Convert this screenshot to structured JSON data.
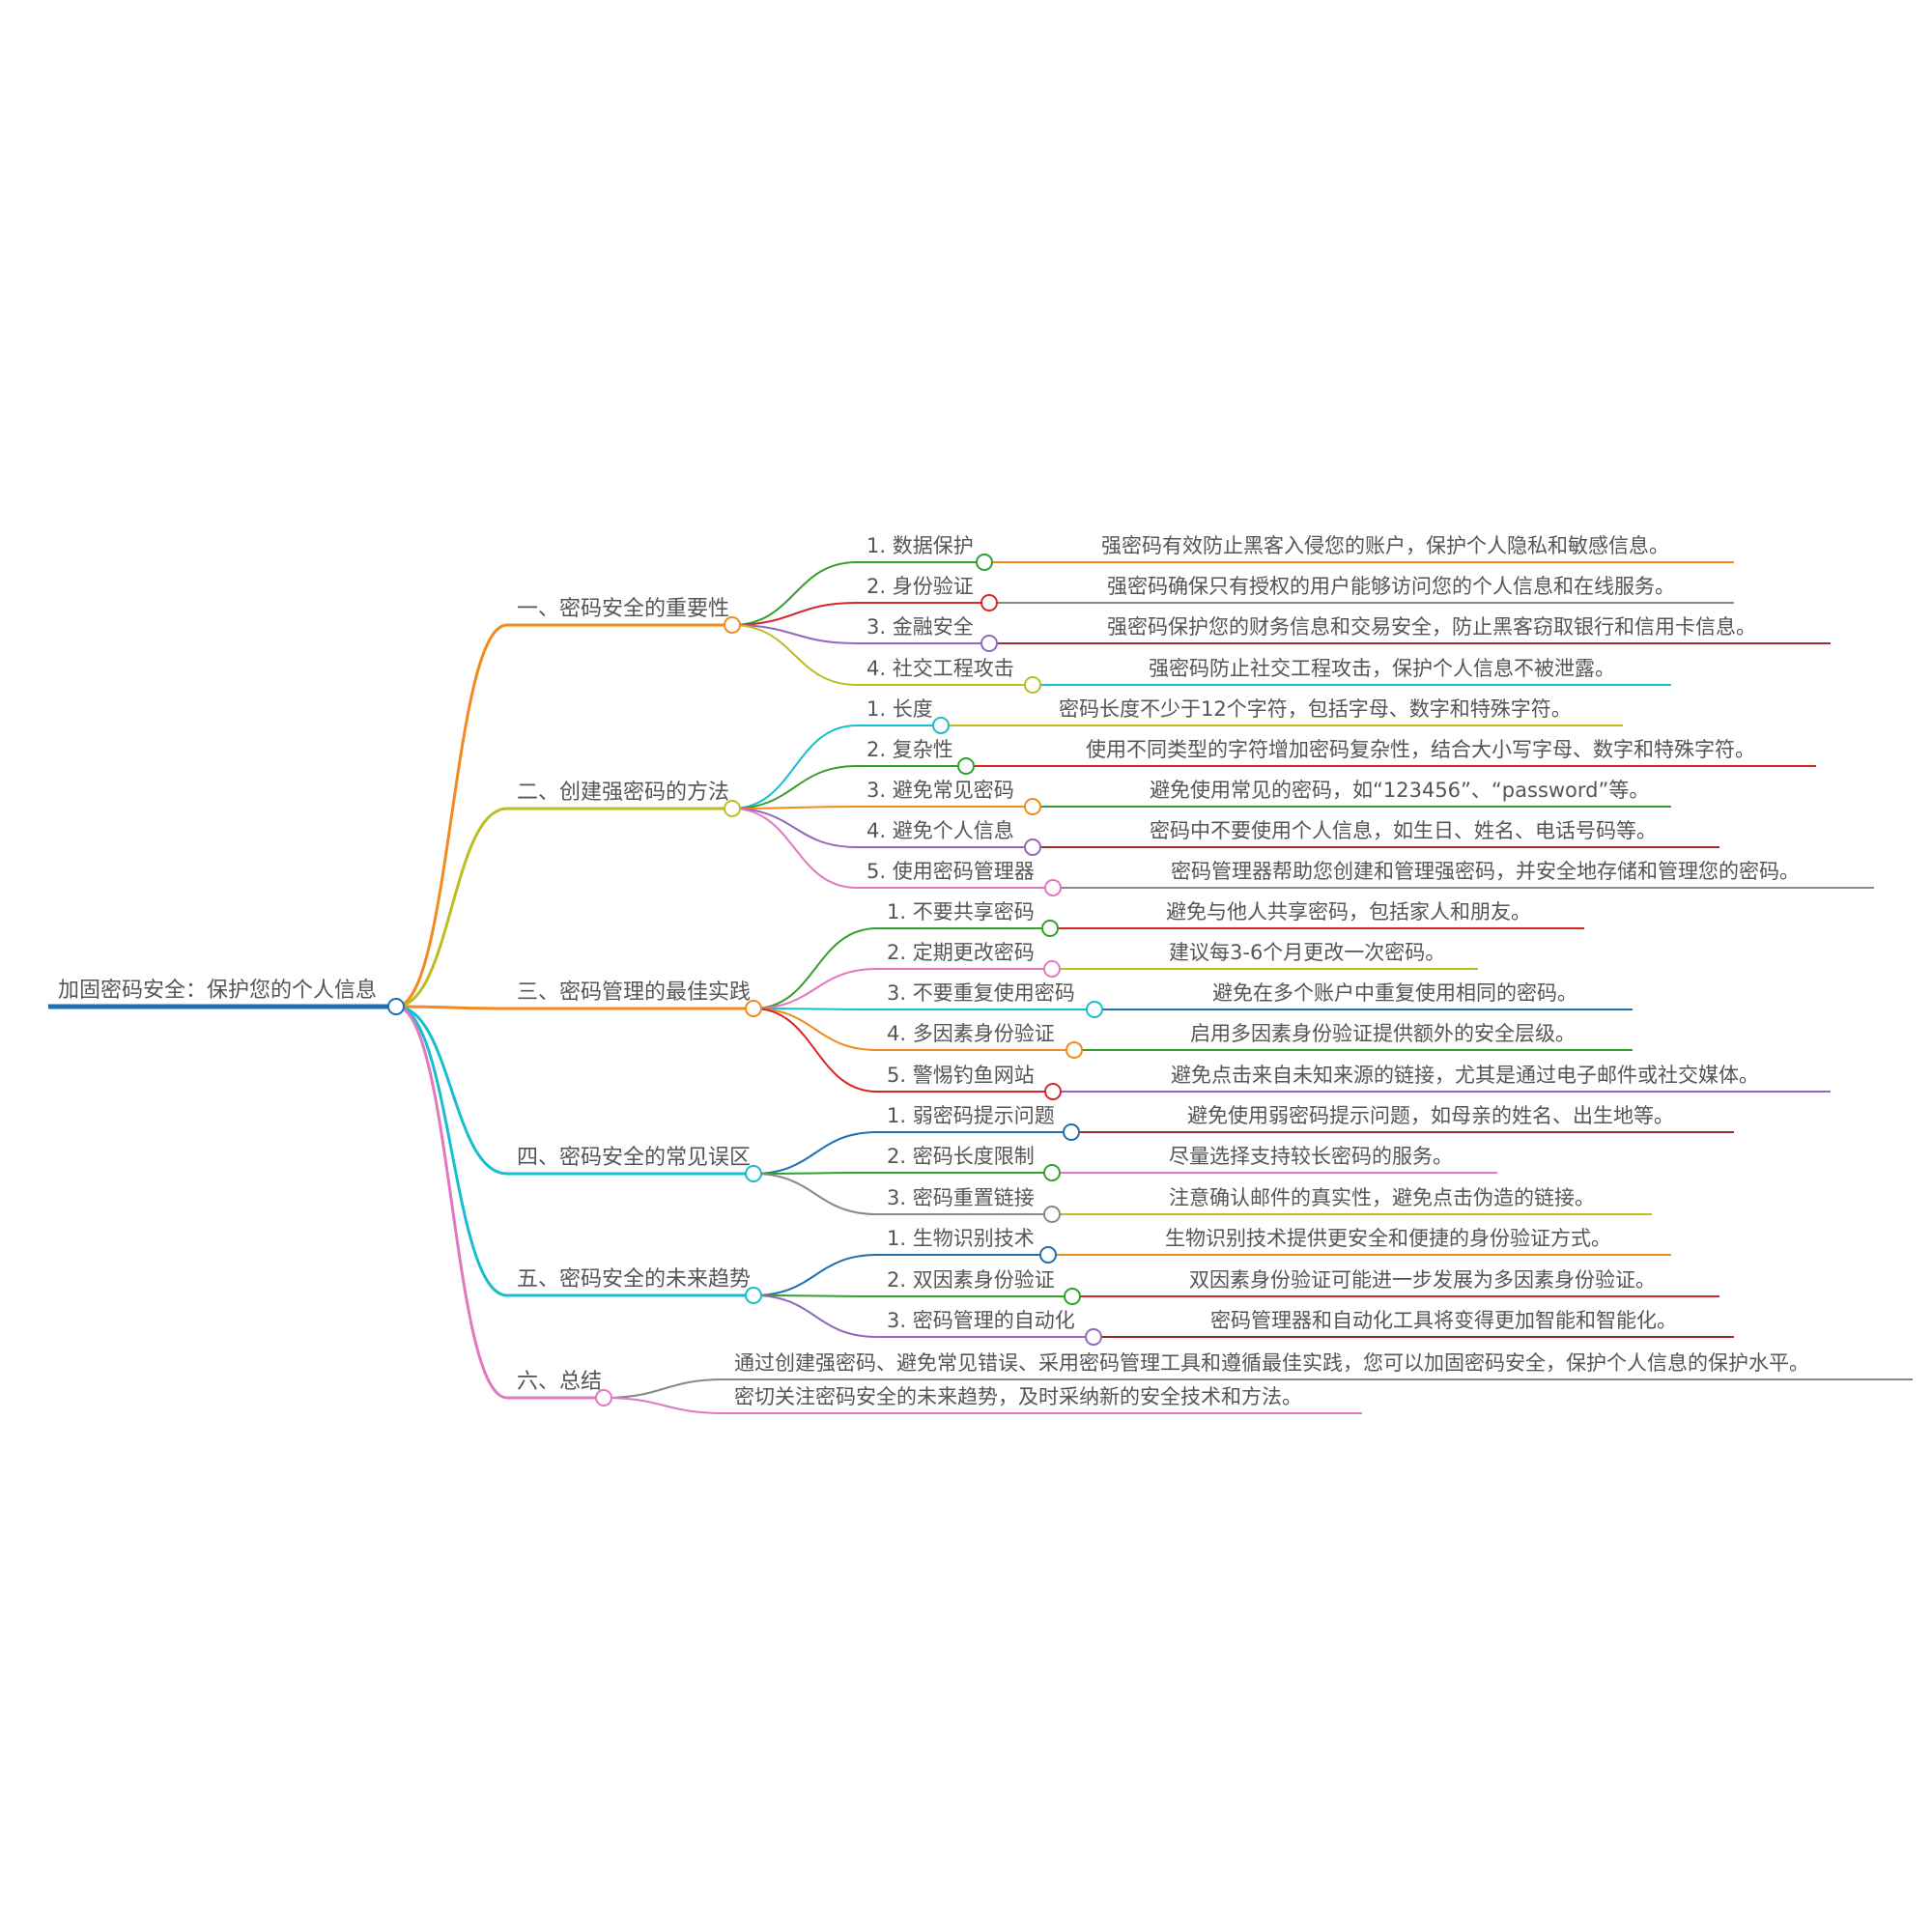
{
  "root": {
    "label": "加固密码安全：保护您的个人信息",
    "color": "#1f6fb2"
  },
  "branches": [
    {
      "label": "一、密码安全的重要性",
      "color": "#f28a1e",
      "children": [
        {
          "label": "1. 数据保护",
          "color": "#33a02c",
          "detail": "强密码有效防止黑客入侵您的账户，保护个人隐私和敏感信息。",
          "detail_color": "#f28a1e"
        },
        {
          "label": "2. 身份验证",
          "color": "#d62728",
          "detail": "强密码确保只有授权的用户能够访问您的个人信息和在线服务。",
          "detail_color": "#888888"
        },
        {
          "label": "3. 金融安全",
          "color": "#9467bd",
          "detail": "强密码保护您的财务信息和交易安全，防止黑客窃取银行和信用卡信息。",
          "detail_color": "#9b2d2d"
        },
        {
          "label": "4. 社交工程攻击",
          "color": "#bcbd22",
          "detail": "强密码防止社交工程攻击，保护个人信息不被泄露。",
          "detail_color": "#17becf"
        }
      ]
    },
    {
      "label": "二、创建强密码的方法",
      "color": "#bcbd22",
      "children": [
        {
          "label": "1. 长度",
          "color": "#17becf",
          "detail": "密码长度不少于12个字符，包括字母、数字和特殊字符。",
          "detail_color": "#bcbd22"
        },
        {
          "label": "2. 复杂性",
          "color": "#33a02c",
          "detail": "使用不同类型的字符增加密码复杂性，结合大小写字母、数字和特殊字符。",
          "detail_color": "#d62728"
        },
        {
          "label": "3. 避免常见密码",
          "color": "#f28a1e",
          "detail": "避免使用常见的密码，如“123456”、“password”等。",
          "detail_color": "#33a02c"
        },
        {
          "label": "4. 避免个人信息",
          "color": "#9467bd",
          "detail": "密码中不要使用个人信息，如生日、姓名、电话号码等。",
          "detail_color": "#9b2d2d"
        },
        {
          "label": "5. 使用密码管理器",
          "color": "#e377c2",
          "detail": "密码管理器帮助您创建和管理强密码，并安全地存储和管理您的密码。",
          "detail_color": "#888888"
        }
      ]
    },
    {
      "label": "三、密码管理的最佳实践",
      "color": "#f28a1e",
      "children": [
        {
          "label": "1. 不要共享密码",
          "color": "#33a02c",
          "detail": "避免与他人共享密码，包括家人和朋友。",
          "detail_color": "#d62728"
        },
        {
          "label": "2. 定期更改密码",
          "color": "#e377c2",
          "detail": "建议每3-6个月更改一次密码。",
          "detail_color": "#bcbd22"
        },
        {
          "label": "3. 不要重复使用密码",
          "color": "#17becf",
          "detail": "避免在多个账户中重复使用相同的密码。",
          "detail_color": "#1f6fb2"
        },
        {
          "label": "4. 多因素身份验证",
          "color": "#f28a1e",
          "detail": "启用多因素身份验证提供额外的安全层级。",
          "detail_color": "#33a02c"
        },
        {
          "label": "5. 警惕钓鱼网站",
          "color": "#d62728",
          "detail": "避免点击来自未知来源的链接，尤其是通过电子邮件或社交媒体。",
          "detail_color": "#9467bd"
        }
      ]
    },
    {
      "label": "四、密码安全的常见误区",
      "color": "#17becf",
      "children": [
        {
          "label": "1. 弱密码提示问题",
          "color": "#1f6fb2",
          "detail": "避免使用弱密码提示问题，如母亲的姓名、出生地等。",
          "detail_color": "#9b2d2d"
        },
        {
          "label": "2. 密码长度限制",
          "color": "#33a02c",
          "detail": "尽量选择支持较长密码的服务。",
          "detail_color": "#e377c2"
        },
        {
          "label": "3. 密码重置链接",
          "color": "#888888",
          "detail": "注意确认邮件的真实性，避免点击伪造的链接。",
          "detail_color": "#bcbd22"
        }
      ]
    },
    {
      "label": "五、密码安全的未来趋势",
      "color": "#17becf",
      "children": [
        {
          "label": "1. 生物识别技术",
          "color": "#1f6fb2",
          "detail": "生物识别技术提供更安全和便捷的身份验证方式。",
          "detail_color": "#f28a1e"
        },
        {
          "label": "2. 双因素身份验证",
          "color": "#33a02c",
          "detail": "双因素身份验证可能进一步发展为多因素身份验证。",
          "detail_color": "#d62728"
        },
        {
          "label": "3. 密码管理的自动化",
          "color": "#9467bd",
          "detail": "密码管理器和自动化工具将变得更加智能和智能化。",
          "detail_color": "#9b2d2d"
        }
      ]
    },
    {
      "label": "六、总结",
      "color": "#e377c2",
      "summary": [
        {
          "text": "通过创建强密码、避免常见错误、采用密码管理工具和遵循最佳实践，您可以加固密码安全，保护个人信息的保护水平。",
          "color": "#888888"
        },
        {
          "text": "密切关注密码安全的未来趋势，及时采纳新的安全技术和方法。",
          "color": "#e377c2"
        }
      ]
    }
  ]
}
